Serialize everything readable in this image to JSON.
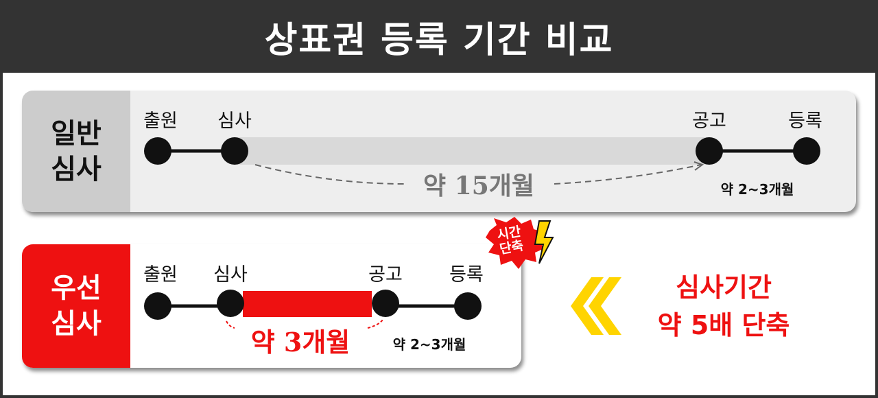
{
  "title": "상표권 등록 기간 비교",
  "normal": {
    "label_line1": "일반",
    "label_line2": "심사",
    "stages": [
      "출원",
      "심사",
      "공고",
      "등록"
    ],
    "review_duration": "약 15개월",
    "post_duration": "약 2~3개월"
  },
  "priority": {
    "label_line1": "우선",
    "label_line2": "심사",
    "stages": [
      "출원",
      "심사",
      "공고",
      "등록"
    ],
    "review_duration": "약 3개월",
    "post_duration": "약 2~3개월",
    "badge_line1": "시간",
    "badge_line2": "단축"
  },
  "callout": {
    "line1": "심사기간",
    "line2": "약 5배 단축"
  },
  "colors": {
    "accent_red": "#ee1111",
    "highlight_yellow": "#ffd400",
    "dark": "#333333",
    "gray_bar": "#d9d9d9"
  }
}
